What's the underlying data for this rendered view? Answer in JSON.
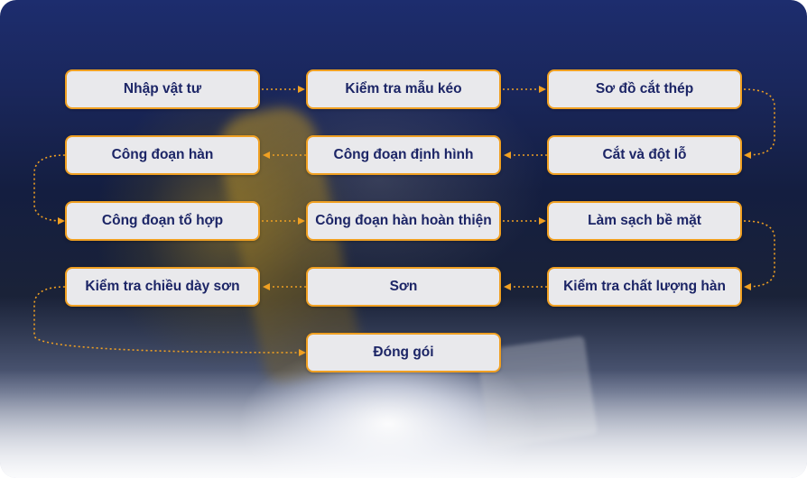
{
  "colors": {
    "node_border": "#f0a022",
    "node_fill": "#e9e9ec",
    "node_text": "#1c2566",
    "connector": "#f0a022"
  },
  "steps": [
    {
      "label": "Nhập vật tư"
    },
    {
      "label": "Kiểm tra mẫu kéo"
    },
    {
      "label": "Sơ đồ cắt thép"
    },
    {
      "label": "Cắt và đột lỗ"
    },
    {
      "label": "Công đoạn định hình"
    },
    {
      "label": "Công đoạn hàn"
    },
    {
      "label": "Công đoạn tổ hợp"
    },
    {
      "label": "Công đoạn hàn hoàn thiện"
    },
    {
      "label": "Làm sạch bề mặt"
    },
    {
      "label": "Kiểm tra chất lượng hàn"
    },
    {
      "label": "Sơn"
    },
    {
      "label": "Kiểm tra chiều dày sơn"
    },
    {
      "label": "Đóng gói"
    }
  ]
}
